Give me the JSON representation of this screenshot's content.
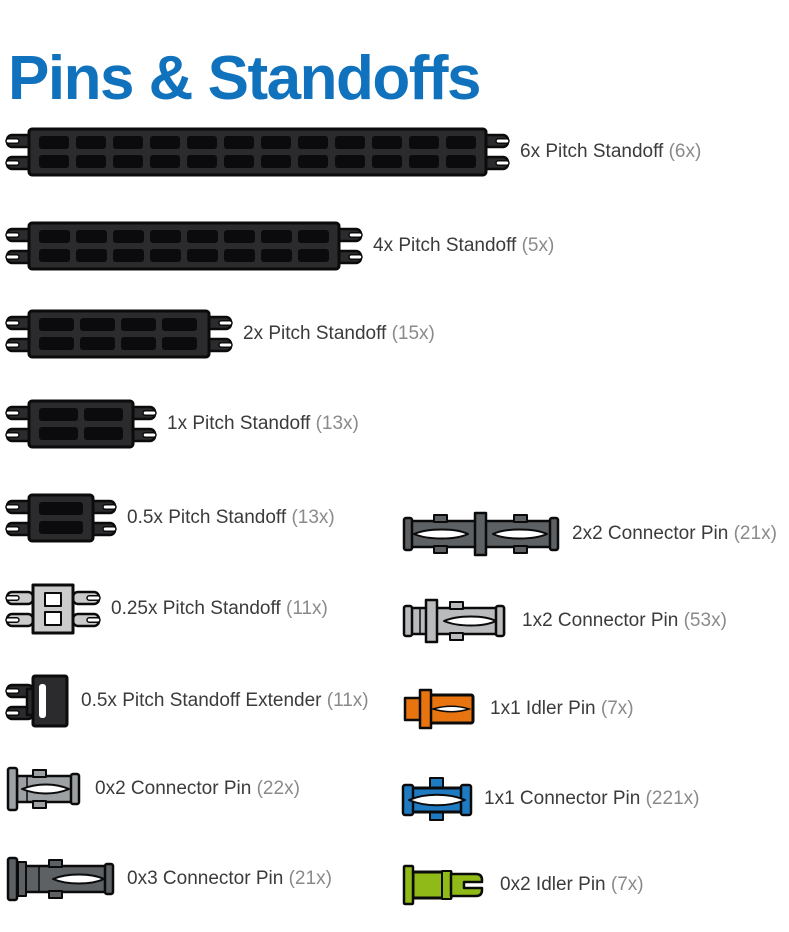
{
  "page": {
    "title": "Pins & Standoffs"
  },
  "colors": {
    "title": "#1072BC",
    "label": "#3B3B3B",
    "count": "#8A8A8A",
    "outline": "#0B0B0C",
    "dark": "#2B2B2D",
    "gray": "#9EA1A3",
    "mid": "#5D6164",
    "light": "#CBCBCB",
    "lightpin": "#B9BBBD",
    "orange": "#E8740F",
    "blue": "#1E7BC2",
    "green": "#8FBA18"
  },
  "items": [
    {
      "name": "6x Pitch Standoff",
      "count": "(6x)",
      "icon": "6x-pitch-standoff-image"
    },
    {
      "name": "4x Pitch Standoff",
      "count": "(5x)",
      "icon": "4x-pitch-standoff-image"
    },
    {
      "name": "2x Pitch Standoff",
      "count": "(15x)",
      "icon": "2x-pitch-standoff-image"
    },
    {
      "name": "1x Pitch Standoff",
      "count": "(13x)",
      "icon": "1x-pitch-standoff-image"
    },
    {
      "name": "0.5x Pitch Standoff",
      "count": "(13x)",
      "icon": "0-5x-pitch-standoff-image"
    },
    {
      "name": "0.25x Pitch Standoff",
      "count": "(11x)",
      "icon": "0-25x-pitch-standoff-image"
    },
    {
      "name": "0.5x Pitch Standoff Extender",
      "count": "(11x)",
      "icon": "0-5x-pitch-standoff-extender-image"
    },
    {
      "name": "0x2 Connector Pin",
      "count": "(22x)",
      "icon": "0x2-connector-pin-image"
    },
    {
      "name": "0x3 Connector Pin",
      "count": "(21x)",
      "icon": "0x3-connector-pin-image"
    },
    {
      "name": "2x2 Connector Pin",
      "count": "(21x)",
      "icon": "2x2-connector-pin-image"
    },
    {
      "name": "1x2 Connector Pin",
      "count": "(53x)",
      "icon": "1x2-connector-pin-image"
    },
    {
      "name": "1x1 Idler Pin",
      "count": "(7x)",
      "icon": "1x1-idler-pin-image"
    },
    {
      "name": "1x1 Connector Pin",
      "count": "(221x)",
      "icon": "1x1-connector-pin-image"
    },
    {
      "name": "0x2 Idler Pin",
      "count": "(7x)",
      "icon": "0x2-idler-pin-image"
    }
  ]
}
